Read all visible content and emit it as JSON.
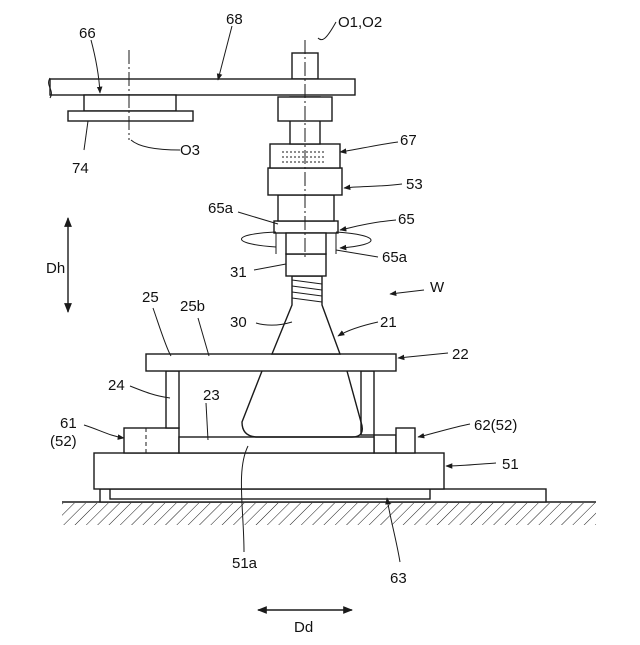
{
  "labels": {
    "o1o2": "O1,O2",
    "l66": "66",
    "l68": "68",
    "l74": "74",
    "o3": "O3",
    "l67": "67",
    "l53": "53",
    "l65a_left": "65a",
    "l65": "65",
    "l65a_right": "65a",
    "l31": "31",
    "l30": "30",
    "l21": "21",
    "w": "W",
    "l25": "25",
    "l25b": "25b",
    "l22": "22",
    "l24": "24",
    "l23": "23",
    "l61": "61",
    "l61_sub": "(52)",
    "l62": "62(52)",
    "l51": "51",
    "l51a": "51a",
    "l63": "63",
    "dh": "Dh",
    "dd": "Dd"
  },
  "colors": {
    "line": "#1a1a1a",
    "background": "#ffffff"
  }
}
